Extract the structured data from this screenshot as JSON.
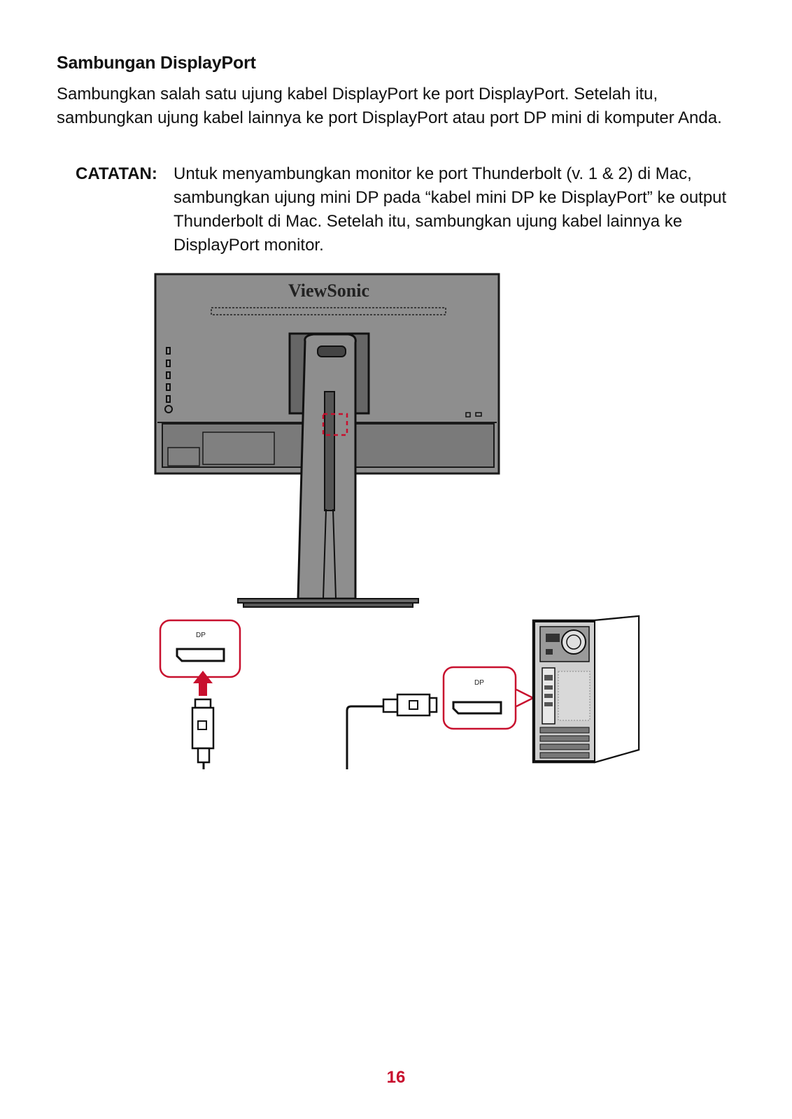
{
  "section_title": "Sambungan DisplayPort",
  "intro_text": "Sambungkan salah satu ujung kabel DisplayPort ke port DisplayPort. Setelah itu, sambungkan ujung kabel lainnya ke port DisplayPort atau port DP mini di komputer Anda.",
  "note": {
    "label": "CATATAN:",
    "text": "Untuk menyambungkan monitor ke port Thunderbolt (v. 1 & 2) di Mac, sambungkan ujung mini DP pada “kabel mini DP ke DisplayPort” ke output Thunderbolt di Mac. Setelah itu, sambungkan ujung kabel lainnya ke DisplayPort monitor."
  },
  "illustration": {
    "brand_logo": "ViewSonic",
    "monitor_port_label": "DP",
    "computer_port_label": "DP",
    "accent_color": "#c8102e"
  },
  "page_number": "16"
}
